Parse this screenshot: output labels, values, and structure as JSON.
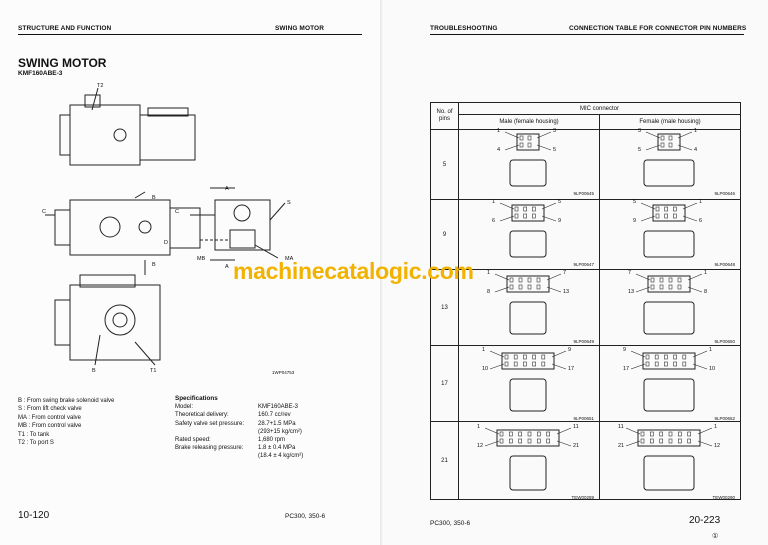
{
  "left_page": {
    "header_left": "STRUCTURE AND FUNCTION",
    "header_right": "SWING MOTOR",
    "title": "SWING MOTOR",
    "model": "KMF160ABE-3",
    "diagram_labels": {
      "t2": "T2",
      "b1": "B",
      "b2": "B",
      "c1": "C",
      "c2": "C",
      "d": "D",
      "a": "A",
      "s": "S",
      "mb": "MB",
      "ma": "MA",
      "a2": "A",
      "b3": "B",
      "t1": "T1",
      "fig_code": "1WP04753"
    },
    "legend": [
      "B   : From swing brake solenoid valve",
      "S   : From lift check valve",
      "MA : From control valve",
      "MB : From control valve",
      "T1  : To tank",
      "T2  : To port S"
    ],
    "specs_title": "Specifications",
    "specs": [
      {
        "k": "Model:",
        "v": "KMF160ABE-3"
      },
      {
        "k": "Theoretical delivery:",
        "v": "160.7 cc/rev"
      },
      {
        "k": "Safety valve set pressure:",
        "v": "28.7+1.5 MPa"
      },
      {
        "k": "",
        "v": "(293+15 kg/cm²)"
      },
      {
        "k": "Rated speed:",
        "v": "1,680 rpm"
      },
      {
        "k": "Brake releasing pressure:",
        "v": "1.8 ± 0.4 MPa"
      },
      {
        "k": "",
        "v": "(18.4 ± 4 kg/cm²)"
      }
    ],
    "page_number": "10-120",
    "footer_model": "PC300, 350-6"
  },
  "right_page": {
    "header_left": "TROUBLESHOOTING",
    "header_right": "CONNECTION TABLE FOR CONNECTOR PIN NUMBERS",
    "table": {
      "col_no": "No. of pins",
      "group": "MIC connector",
      "male": "Male (female housing)",
      "female": "Female (male housing)",
      "rows": [
        {
          "pins": "5",
          "m_nums": [
            "1",
            "3",
            "4",
            "5"
          ],
          "f_nums": [
            "3",
            "1",
            "5",
            "4"
          ],
          "m_code": "9LP00645",
          "f_code": "9LP00646"
        },
        {
          "pins": "9",
          "m_nums": [
            "1",
            "5",
            "6",
            "9"
          ],
          "f_nums": [
            "5",
            "1",
            "9",
            "6"
          ],
          "m_code": "9LP00647",
          "f_code": "9LP00648"
        },
        {
          "pins": "13",
          "m_nums": [
            "1",
            "7",
            "8",
            "13"
          ],
          "f_nums": [
            "7",
            "1",
            "13",
            "8"
          ],
          "m_code": "9LP00649",
          "f_code": "9LP00650"
        },
        {
          "pins": "17",
          "m_nums": [
            "1",
            "9",
            "10",
            "17"
          ],
          "f_nums": [
            "9",
            "1",
            "17",
            "10"
          ],
          "m_code": "9LP00651",
          "f_code": "9LP00652"
        },
        {
          "pins": "21",
          "m_nums": [
            "1",
            "11",
            "12",
            "21"
          ],
          "f_nums": [
            "11",
            "1",
            "21",
            "12"
          ],
          "m_code": "TEW00289",
          "f_code": "TEW00290"
        }
      ]
    },
    "page_number": "20-223",
    "footer_model": "PC300, 350-6",
    "circle_mark": "①"
  },
  "watermark": "machinecatalogic.com",
  "colors": {
    "watermark": "#f2b200",
    "ink": "#111111"
  }
}
